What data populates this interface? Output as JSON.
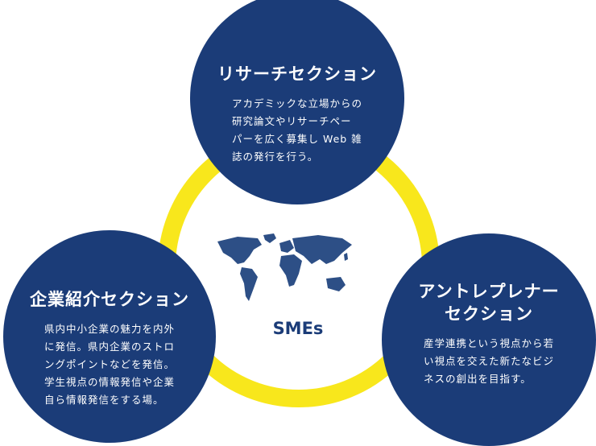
{
  "center": {
    "label": "SMEs"
  },
  "sections": {
    "research": {
      "title": "リサーチセクション",
      "lines": [
        "アカデミックな立場からの",
        "研究論文やリサーチペー",
        "パーを広く募集し Web 雑",
        "誌の発行を行う。"
      ]
    },
    "company": {
      "title": "企業紹介セクション",
      "lines": [
        "県内中小企業の魅力を内外",
        "に発信。県内企業のストロ",
        "ングポイントなどを発信。",
        "学生視点の情報発信や企業",
        "自ら情報発信をする場。"
      ]
    },
    "entrepreneur": {
      "title_lines": [
        "アントレプレナー",
        "セクション"
      ],
      "lines": [
        "産学連携という視点から若",
        "い視点を交えた新たなビジ",
        "ネスの創出を目指す。"
      ]
    }
  },
  "colors": {
    "blue": "#1b3c78",
    "yellow": "#f8e71c",
    "map": "#2d4f86"
  }
}
